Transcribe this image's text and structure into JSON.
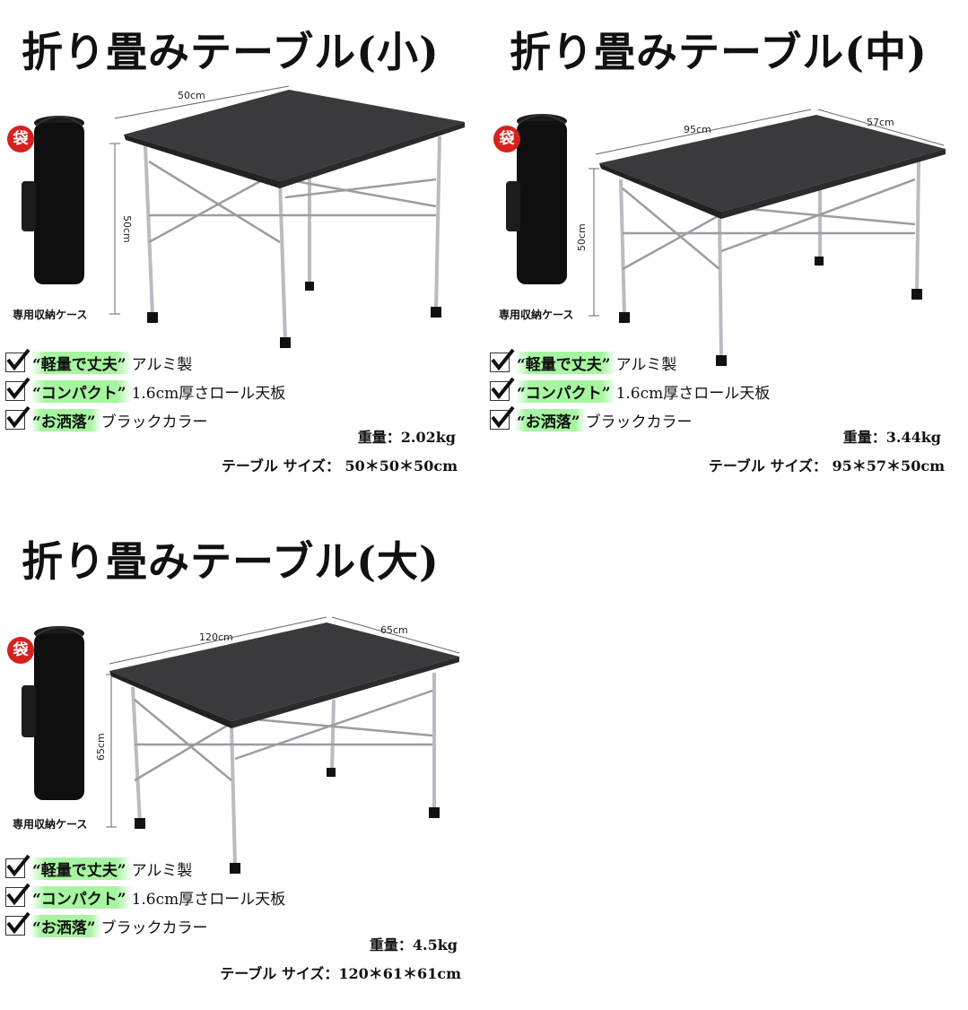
{
  "bag_badge": "袋",
  "case_label": "専用収納ケース",
  "features": [
    {
      "highlight": "“軽量で丈夫”",
      "rest": "アルミ製"
    },
    {
      "highlight": "“コンパクト”",
      "rest": "1.6cm厚さロール天板"
    },
    {
      "highlight": "“お洒落”",
      "rest": "ブラックカラー"
    }
  ],
  "panels": {
    "small": {
      "title": "折り畳みテーブル(小)",
      "dim_width": "50cm",
      "dim_height": "50cm",
      "weight": "重量：2.02kg",
      "size": "テーブル サイズ： 50＊50＊50cm"
    },
    "medium": {
      "title": "折り畳みテーブル(中)",
      "dim_width": "95cm",
      "dim_depth": "57cm",
      "dim_height": "50cm",
      "weight": "重量：3.44kg",
      "size": "テーブル サイズ： 95＊57＊50cm"
    },
    "large": {
      "title": "折り畳みテーブル(大)",
      "dim_width": "120cm",
      "dim_depth": "65cm",
      "dim_height": "65cm",
      "weight": "重量：4.5kg",
      "size": "テーブル サイズ：120＊61＊61cm"
    }
  },
  "colors": {
    "tabletop": "#3a3a3c",
    "leg": "#b9bcc1",
    "badge": "#d6221e",
    "highlight": "#a6f5a0"
  }
}
